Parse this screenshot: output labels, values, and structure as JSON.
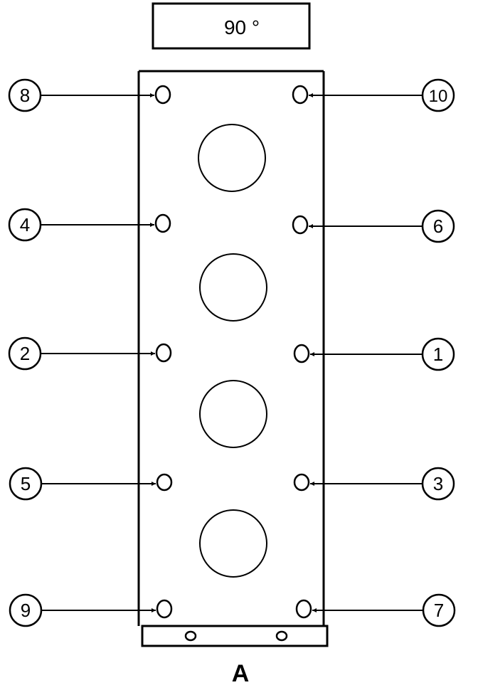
{
  "angle_label": "90 °",
  "figure_label": "A",
  "bolt_sequence": {
    "left": [
      "8",
      "4",
      "2",
      "5",
      "9"
    ],
    "right": [
      "10",
      "6",
      "1",
      "3",
      "7"
    ]
  },
  "colors": {
    "line": "#000000",
    "background": "#ffffff"
  }
}
